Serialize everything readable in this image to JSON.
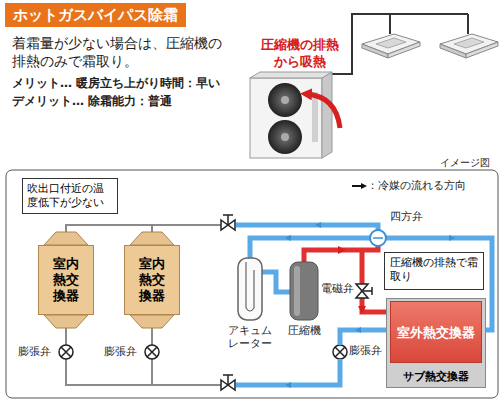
{
  "diagram": {
    "title": "ホットガスバイパス除霜",
    "nodes": [
      {
        "text": [
          "吹出口付近の温度低下が少ない"
        ]
      },
      {
        "text": [
          "室内熱交換器"
        ]
      },
      {
        "text": [
          "室内熱交換器"
        ]
      },
      {
        "text": [
          "圧縮機の排熱で霜取り"
        ]
      },
      {
        "text": [
          "サブ熱交換器"
        ]
      },
      {
        "text": [
          "室外熱交換器"
        ],
        "in": 4
      }
    ],
    "labels": [
      "着霜量が少ない場合は、圧縮機の排熱のみで霜取り。",
      "メリット… 暖房立ち上がり時間：早い",
      "デメリット… 除霜能力：普通",
      "圧縮機の排熱から吸熱",
      "イメージ図",
      "四方弁",
      "アキュムレーター",
      "圧縮機",
      "電磁弁",
      "膨張弁",
      "膨張弁",
      "膨張弁"
    ],
    "legend": [
      {
        "text": "：冷媒の流れる方向"
      }
    ]
  }
}
